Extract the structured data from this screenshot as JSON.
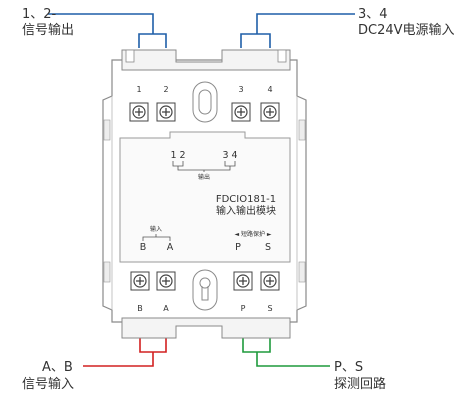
{
  "callouts": {
    "output_top": {
      "line1": "1、2-",
      "line2": "信号输出"
    },
    "power": {
      "line1": "3、4",
      "line2": "DC24V电源输入"
    },
    "input": {
      "line1": "A、B",
      "line2": "信号输入"
    },
    "detect": {
      "line1": "P、S",
      "line2": "探测回路"
    }
  },
  "module": {
    "model": "FDCIO181-1",
    "name": "输入输出模块",
    "top_terminals": [
      "1",
      "2",
      "3",
      "4"
    ],
    "bottom_terminals": [
      "B",
      "A",
      "P",
      "S"
    ],
    "inner_output": {
      "left": "1 2",
      "right": "3 4",
      "caption": "输出"
    },
    "inner_input": {
      "caption": "输入",
      "b": "B",
      "a": "A"
    },
    "inner_detect": {
      "caption": "◄ 短路保护 ►",
      "p": "P",
      "s": "S"
    }
  },
  "colors": {
    "wire_output": "#1f5fa8",
    "wire_power": "#1f5fa8",
    "wire_input": "#d22020",
    "wire_detect": "#1e9a3c"
  }
}
